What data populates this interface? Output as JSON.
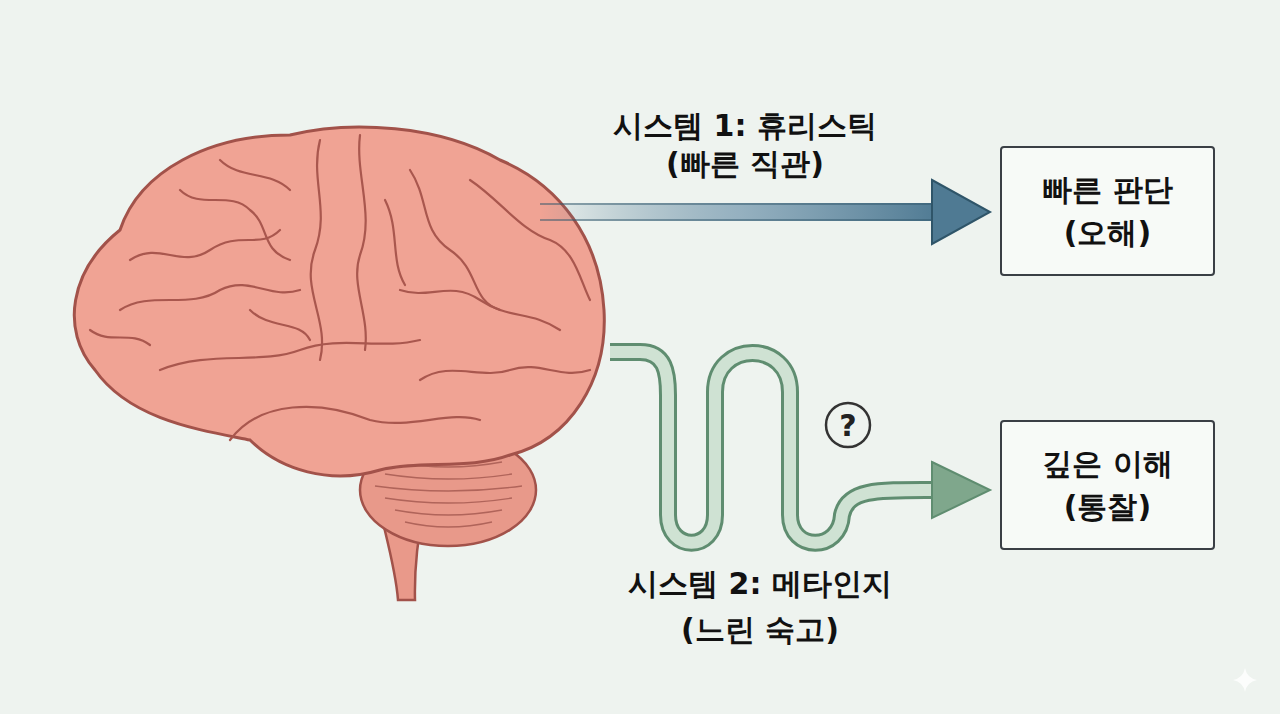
{
  "diagram": {
    "nodes": [
      {
        "text": [
          "빠른 판단 (오해)"
        ]
      },
      {
        "text": [
          "깊은 이해 (통찰)"
        ]
      }
    ],
    "labels": [
      "시스템 1: 휴리스틱",
      "(빠른 직관)",
      "?",
      "시스템 2: 메타인지",
      "(느린 숙고)"
    ]
  }
}
